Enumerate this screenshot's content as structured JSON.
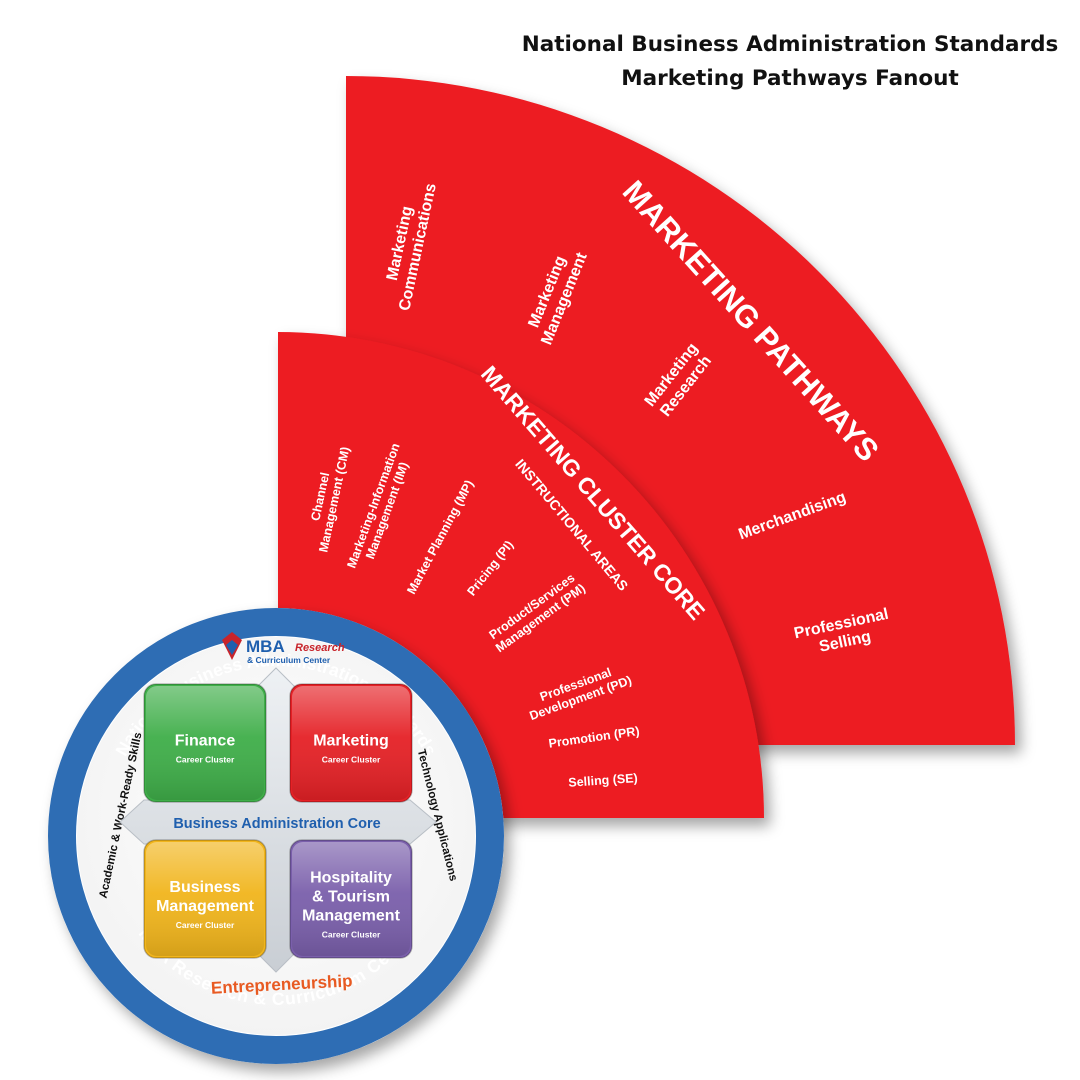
{
  "header": {
    "title_line1": "National Business Administration Standards",
    "title_line2": "Marketing Pathways Fanout"
  },
  "pathways": {
    "heading": "MARKETING PATHWAYS",
    "items": [
      "Marketing\nCommunications",
      "Marketing\nManagement",
      "Marketing\nResearch",
      "Merchandising",
      "Professional\nSelling"
    ]
  },
  "cluster_core": {
    "heading": "MARKETING CLUSTER CORE",
    "subheading": "INSTRUCTIONAL AREAS",
    "items": [
      "Channel\nManagement (CM)",
      "Marketing-Information\nManagement (IM)",
      "Market Planning (MP)",
      "Pricing (PI)",
      "Product/Services\nManagement (PM)",
      "Professional\nDevelopment (PD)",
      "Promotion (PR)",
      "Selling (SE)"
    ]
  },
  "wheel": {
    "ring_top": "National Business Administration Standards",
    "ring_bottom": "MBA Research & Curriculum Center",
    "left_side": "Academic & Work-Ready Skills",
    "right_side": "Technology Applications",
    "logo_main": "MBA",
    "logo_italic": "Research",
    "logo_sub": "& Curriculum Center",
    "core_label": "Business Administration Core",
    "bottom_label": "Entrepreneurship",
    "clusters": [
      {
        "lines": [
          "Finance"
        ],
        "sub": "Career Cluster",
        "color": "#3fae49"
      },
      {
        "lines": [
          "Marketing"
        ],
        "sub": "Career Cluster",
        "color": "#e52126"
      },
      {
        "lines": [
          "Business",
          "Management"
        ],
        "sub": "Career Cluster",
        "color": "#f1b51c"
      },
      {
        "lines": [
          "Hospitality",
          "& Tourism",
          "Management"
        ],
        "sub": "Career Cluster",
        "color": "#7a5fab"
      }
    ]
  },
  "colors": {
    "fan_red": "#ed1c24",
    "ring_blue": "#2e6db4",
    "core_blue": "#1f5fae",
    "entrepreneurship_orange": "#e85a22"
  }
}
